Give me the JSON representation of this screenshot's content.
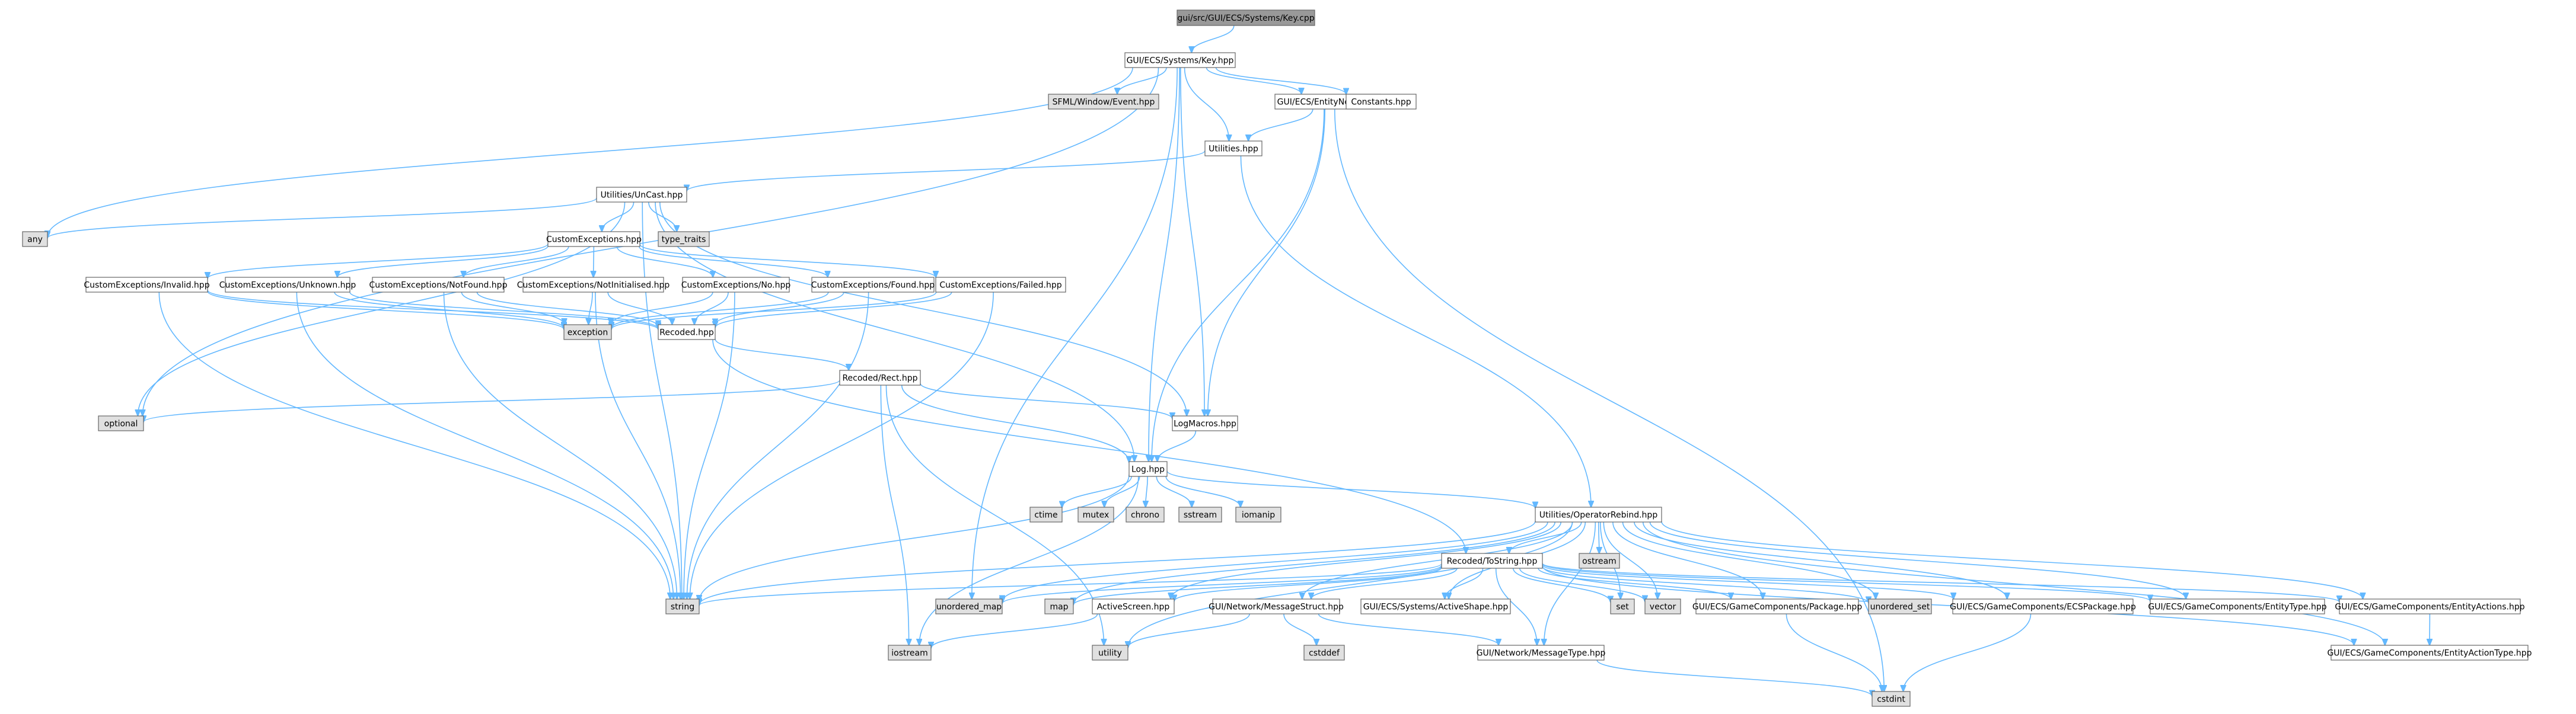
{
  "graph": {
    "title": "gui/src/GUI/ECS/Systems/Key.cpp",
    "colors": {
      "edge": "#63b8ff",
      "node_fill": "#ffffff",
      "node_stroke": "#666666",
      "system_fill": "#e0e0e0",
      "system_stroke": "#999999",
      "root_fill": "#999999",
      "root_stroke": "#666666",
      "highlight_stroke": "#ff0000"
    },
    "nodes": [
      {
        "id": "root",
        "label": "gui/src/GUI/ECS/Systems/Key.cpp",
        "kind": "root"
      },
      {
        "id": "key_hpp",
        "label": "GUI/ECS/Systems/Key.hpp",
        "kind": "file"
      },
      {
        "id": "sfml",
        "label": "SFML/Window/Event.hpp",
        "kind": "system"
      },
      {
        "id": "entitynode",
        "label": "GUI/ECS/EntityNode.hpp",
        "kind": "file"
      },
      {
        "id": "constants",
        "label": "Constants.hpp",
        "kind": "file"
      },
      {
        "id": "utilities",
        "label": "Utilities.hpp",
        "kind": "file"
      },
      {
        "id": "uncast",
        "label": "Utilities/UnCast.hpp",
        "kind": "file"
      },
      {
        "id": "any",
        "label": "any",
        "kind": "system"
      },
      {
        "id": "type_traits",
        "label": "type_traits",
        "kind": "system"
      },
      {
        "id": "cexc",
        "label": "CustomExceptions.hpp",
        "kind": "file"
      },
      {
        "id": "cinvalid",
        "label": "CustomExceptions/Invalid.hpp",
        "kind": "file"
      },
      {
        "id": "cunknown",
        "label": "CustomExceptions/Unknown.hpp",
        "kind": "file"
      },
      {
        "id": "cnotfound",
        "label": "CustomExceptions/NotFound.hpp",
        "kind": "file"
      },
      {
        "id": "cnotinit",
        "label": "CustomExceptions/NotInitialised.hpp",
        "kind": "file"
      },
      {
        "id": "cno",
        "label": "CustomExceptions/No.hpp",
        "kind": "file"
      },
      {
        "id": "cfound",
        "label": "CustomExceptions/Found.hpp",
        "kind": "file"
      },
      {
        "id": "cfailed",
        "label": "CustomExceptions/Failed.hpp",
        "kind": "file"
      },
      {
        "id": "exception",
        "label": "exception",
        "kind": "system"
      },
      {
        "id": "recoded",
        "label": "Recoded.hpp",
        "kind": "file"
      },
      {
        "id": "rect",
        "label": "Recoded/Rect.hpp",
        "kind": "highlight"
      },
      {
        "id": "optional",
        "label": "optional",
        "kind": "system"
      },
      {
        "id": "logmacros",
        "label": "LogMacros.hpp",
        "kind": "file"
      },
      {
        "id": "log",
        "label": "Log.hpp",
        "kind": "file"
      },
      {
        "id": "ctime",
        "label": "ctime",
        "kind": "system"
      },
      {
        "id": "mutex",
        "label": "mutex",
        "kind": "system"
      },
      {
        "id": "chrono",
        "label": "chrono",
        "kind": "system"
      },
      {
        "id": "sstream_l",
        "label": "sstream",
        "kind": "system"
      },
      {
        "id": "iomanip",
        "label": "iomanip",
        "kind": "system"
      },
      {
        "id": "oprebind",
        "label": "Utilities/OperatorRebind.hpp",
        "kind": "file"
      },
      {
        "id": "tostring",
        "label": "Recoded/ToString.hpp",
        "kind": "file"
      },
      {
        "id": "ostream",
        "label": "ostream",
        "kind": "system"
      },
      {
        "id": "string",
        "label": "string",
        "kind": "system"
      },
      {
        "id": "unordered_map",
        "label": "unordered_map",
        "kind": "system"
      },
      {
        "id": "map",
        "label": "map",
        "kind": "system"
      },
      {
        "id": "activescreen",
        "label": "ActiveScreen.hpp",
        "kind": "file"
      },
      {
        "id": "msgstruct",
        "label": "GUI/Network/MessageStruct.hpp",
        "kind": "file"
      },
      {
        "id": "activeshape",
        "label": "GUI/ECS/Systems/ActiveShape.hpp",
        "kind": "file"
      },
      {
        "id": "set",
        "label": "set",
        "kind": "system"
      },
      {
        "id": "vector",
        "label": "vector",
        "kind": "system"
      },
      {
        "id": "package",
        "label": "GUI/ECS/GameComponents/Package.hpp",
        "kind": "file"
      },
      {
        "id": "unordered_set",
        "label": "unordered_set",
        "kind": "system"
      },
      {
        "id": "ecspackage",
        "label": "GUI/ECS/GameComponents/ECSPackage.hpp",
        "kind": "file"
      },
      {
        "id": "entitytype",
        "label": "GUI/ECS/GameComponents/EntityType.hpp",
        "kind": "file"
      },
      {
        "id": "entityactions",
        "label": "GUI/ECS/GameComponents/EntityActions.hpp",
        "kind": "file"
      },
      {
        "id": "iostream",
        "label": "iostream",
        "kind": "system"
      },
      {
        "id": "utility",
        "label": "utility",
        "kind": "system"
      },
      {
        "id": "cstddef",
        "label": "cstddef",
        "kind": "system"
      },
      {
        "id": "msgtype",
        "label": "GUI/Network/MessageType.hpp",
        "kind": "file"
      },
      {
        "id": "entityactiontype",
        "label": "GUI/ECS/GameComponents/EntityActionType.hpp",
        "kind": "file"
      },
      {
        "id": "cstdint",
        "label": "cstdint",
        "kind": "system"
      }
    ],
    "edges": [
      [
        "root",
        "key_hpp"
      ],
      [
        "key_hpp",
        "sfml"
      ],
      [
        "key_hpp",
        "entitynode"
      ],
      [
        "key_hpp",
        "constants"
      ],
      [
        "key_hpp",
        "utilities"
      ],
      [
        "key_hpp",
        "any"
      ],
      [
        "key_hpp",
        "optional"
      ],
      [
        "key_hpp",
        "log"
      ],
      [
        "key_hpp",
        "logmacros"
      ],
      [
        "key_hpp",
        "unordered_map"
      ],
      [
        "entitynode",
        "utilities"
      ],
      [
        "entitynode",
        "logmacros"
      ],
      [
        "entitynode",
        "log"
      ],
      [
        "entitynode",
        "cstdint"
      ],
      [
        "utilities",
        "uncast"
      ],
      [
        "utilities",
        "oprebind"
      ],
      [
        "uncast",
        "any"
      ],
      [
        "uncast",
        "type_traits"
      ],
      [
        "uncast",
        "cexc"
      ],
      [
        "uncast",
        "optional"
      ],
      [
        "uncast",
        "string"
      ],
      [
        "uncast",
        "logmacros"
      ],
      [
        "uncast",
        "log"
      ],
      [
        "cexc",
        "cinvalid"
      ],
      [
        "cexc",
        "cunknown"
      ],
      [
        "cexc",
        "cnotfound"
      ],
      [
        "cexc",
        "cnotinit"
      ],
      [
        "cexc",
        "cno"
      ],
      [
        "cexc",
        "cfound"
      ],
      [
        "cexc",
        "cfailed"
      ],
      [
        "cinvalid",
        "exception"
      ],
      [
        "cinvalid",
        "recoded"
      ],
      [
        "cinvalid",
        "string"
      ],
      [
        "cunknown",
        "exception"
      ],
      [
        "cunknown",
        "recoded"
      ],
      [
        "cunknown",
        "string"
      ],
      [
        "cnotfound",
        "exception"
      ],
      [
        "cnotfound",
        "recoded"
      ],
      [
        "cnotfound",
        "string"
      ],
      [
        "cnotinit",
        "exception"
      ],
      [
        "cnotinit",
        "recoded"
      ],
      [
        "cnotinit",
        "string"
      ],
      [
        "cno",
        "exception"
      ],
      [
        "cno",
        "recoded"
      ],
      [
        "cno",
        "string"
      ],
      [
        "cfound",
        "exception"
      ],
      [
        "cfound",
        "recoded"
      ],
      [
        "cfound",
        "string"
      ],
      [
        "cfailed",
        "exception"
      ],
      [
        "cfailed",
        "recoded"
      ],
      [
        "cfailed",
        "string"
      ],
      [
        "recoded",
        "rect"
      ],
      [
        "recoded",
        "tostring"
      ],
      [
        "rect",
        "optional"
      ],
      [
        "rect",
        "logmacros"
      ],
      [
        "rect",
        "log"
      ],
      [
        "rect",
        "iostream"
      ],
      [
        "rect",
        "utility"
      ],
      [
        "logmacros",
        "log"
      ],
      [
        "log",
        "ctime"
      ],
      [
        "log",
        "mutex"
      ],
      [
        "log",
        "chrono"
      ],
      [
        "log",
        "sstream_l"
      ],
      [
        "log",
        "iomanip"
      ],
      [
        "log",
        "string"
      ],
      [
        "log",
        "iostream"
      ],
      [
        "log",
        "oprebind"
      ],
      [
        "oprebind",
        "tostring"
      ],
      [
        "oprebind",
        "ostream"
      ],
      [
        "oprebind",
        "string"
      ],
      [
        "oprebind",
        "unordered_map"
      ],
      [
        "oprebind",
        "map"
      ],
      [
        "oprebind",
        "activescreen"
      ],
      [
        "oprebind",
        "msgstruct"
      ],
      [
        "oprebind",
        "activeshape"
      ],
      [
        "oprebind",
        "set"
      ],
      [
        "oprebind",
        "vector"
      ],
      [
        "oprebind",
        "package"
      ],
      [
        "oprebind",
        "unordered_set"
      ],
      [
        "oprebind",
        "ecspackage"
      ],
      [
        "oprebind",
        "entitytype"
      ],
      [
        "oprebind",
        "entityactions"
      ],
      [
        "oprebind",
        "msgtype"
      ],
      [
        "oprebind",
        "entityactiontype"
      ],
      [
        "oprebind",
        "utility"
      ],
      [
        "tostring",
        "string"
      ],
      [
        "tostring",
        "unordered_map"
      ],
      [
        "tostring",
        "map"
      ],
      [
        "tostring",
        "activescreen"
      ],
      [
        "tostring",
        "msgstruct"
      ],
      [
        "tostring",
        "activeshape"
      ],
      [
        "tostring",
        "set"
      ],
      [
        "tostring",
        "vector"
      ],
      [
        "tostring",
        "package"
      ],
      [
        "tostring",
        "unordered_set"
      ],
      [
        "tostring",
        "ecspackage"
      ],
      [
        "tostring",
        "entitytype"
      ],
      [
        "tostring",
        "entityactions"
      ],
      [
        "tostring",
        "msgtype"
      ],
      [
        "tostring",
        "entityactiontype"
      ],
      [
        "activescreen",
        "iostream"
      ],
      [
        "msgstruct",
        "utility"
      ],
      [
        "msgstruct",
        "cstddef"
      ],
      [
        "msgstruct",
        "msgtype"
      ],
      [
        "package",
        "cstdint"
      ],
      [
        "ecspackage",
        "cstdint"
      ],
      [
        "entityactions",
        "entityactiontype"
      ],
      [
        "msgtype",
        "cstdint"
      ]
    ]
  }
}
